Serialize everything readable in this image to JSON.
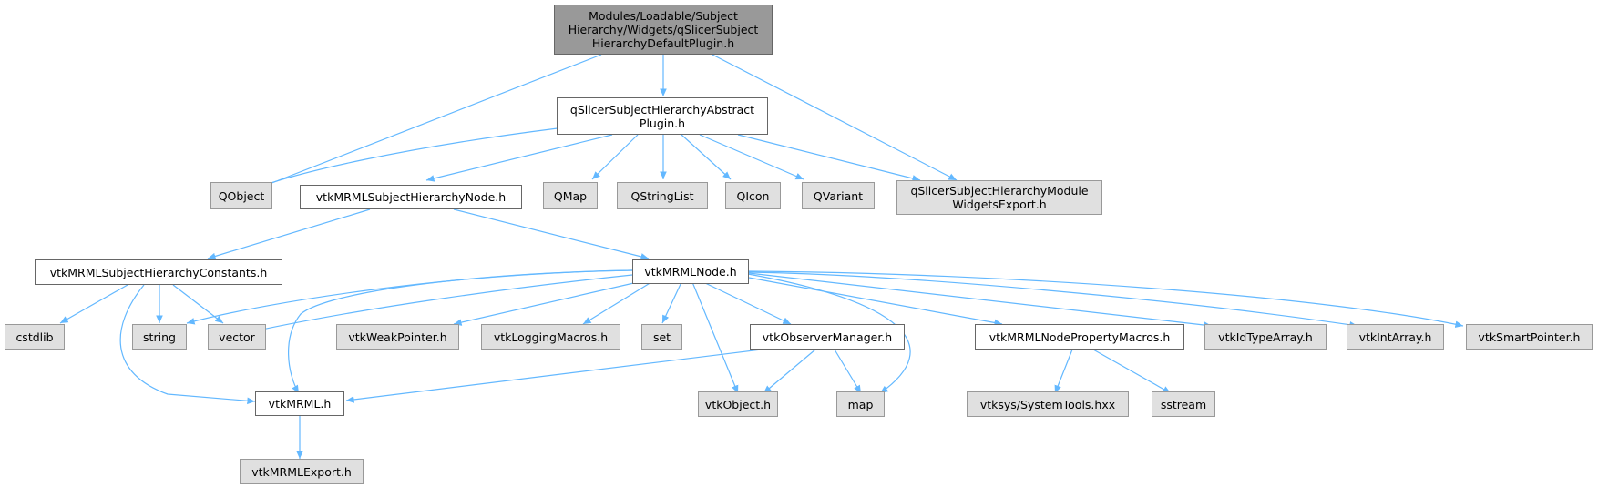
{
  "colors": {
    "edge": "#63b8ff",
    "root_fill": "#999999",
    "grey_fill": "#e0e0e0",
    "white_fill": "#ffffff",
    "border": "#666666"
  },
  "nodes": {
    "root": "Modules/Loadable/Subject\nHierarchy/Widgets/qSlicerSubject\nHierarchyDefaultPlugin.h",
    "abstract_plugin": "qSlicerSubjectHierarchyAbstract\nPlugin.h",
    "qobject": "QObject",
    "sh_node": "vtkMRMLSubjectHierarchyNode.h",
    "qmap": "QMap",
    "qstringlist": "QStringList",
    "qicon": "QIcon",
    "qvariant": "QVariant",
    "widgets_export": "qSlicerSubjectHierarchyModule\nWidgetsExport.h",
    "sh_constants": "vtkMRMLSubjectHierarchyConstants.h",
    "mrml_node": "vtkMRMLNode.h",
    "cstdlib": "cstdlib",
    "string": "string",
    "vector": "vector",
    "weak_pointer": "vtkWeakPointer.h",
    "logging_macros": "vtkLoggingMacros.h",
    "set": "set",
    "observer_manager": "vtkObserverManager.h",
    "node_property_macros": "vtkMRMLNodePropertyMacros.h",
    "id_type_array": "vtkIdTypeArray.h",
    "int_array": "vtkIntArray.h",
    "smart_pointer": "vtkSmartPointer.h",
    "vtk_mrml": "vtkMRML.h",
    "vtk_object": "vtkObject.h",
    "map": "map",
    "systemtools": "vtksys/SystemTools.hxx",
    "sstream": "sstream",
    "mrml_export": "vtkMRMLExport.h"
  }
}
